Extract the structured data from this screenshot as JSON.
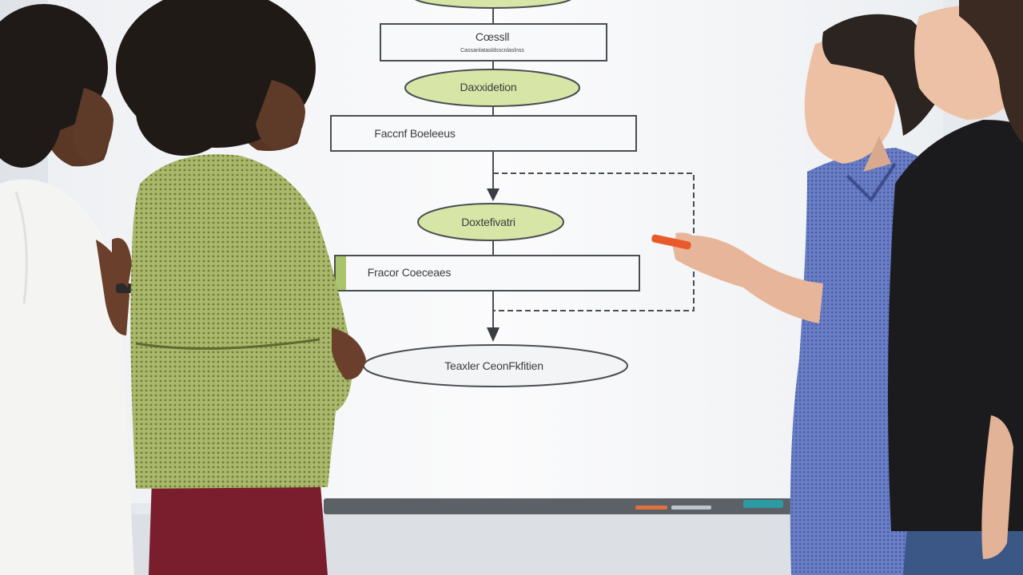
{
  "scene": {
    "description_alt": "Four people around a whiteboard flowchart",
    "colors": {
      "whiteboard": "#f7f8fa",
      "ellipse_fill": "#d7e6a6",
      "box_stroke": "#4a4d52",
      "marker": "#e85a2a"
    }
  },
  "flowchart": {
    "box1_title": "Cœssll",
    "box1_sub": "Cassanlatasldsscnlaslnss",
    "oval1": "Daxxidetion",
    "box2": "Faccnf Boeleeus",
    "oval2": "Doxtefivatri",
    "box3": "Fracor Coeceaes",
    "oval3": "Teaxler CeonFkfitien"
  }
}
